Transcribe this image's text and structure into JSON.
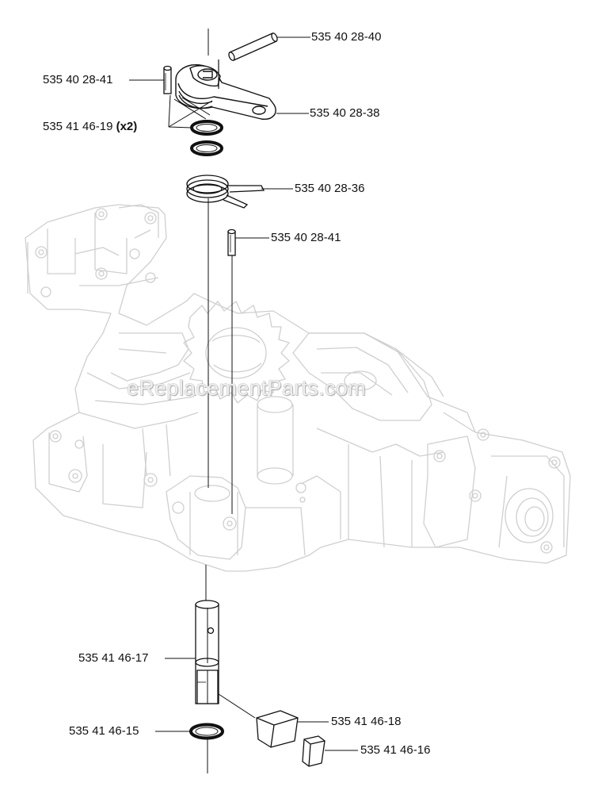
{
  "watermark": "eReplacementParts.com",
  "callouts": [
    {
      "id": "p1",
      "part": "535 40 28-40"
    },
    {
      "id": "p2",
      "part": "535 40 28-41"
    },
    {
      "id": "p3",
      "part": "535 40 28-38"
    },
    {
      "id": "p4",
      "part": "535 41 46-19",
      "qty": "(x2)"
    },
    {
      "id": "p5",
      "part": "535 40 28-36"
    },
    {
      "id": "p6",
      "part": "535 40 28-41"
    },
    {
      "id": "p7",
      "part": "535 41 46-17"
    },
    {
      "id": "p8",
      "part": "535 41 46-18"
    },
    {
      "id": "p9",
      "part": "535 41 46-15"
    },
    {
      "id": "p10",
      "part": "535 41 46-16"
    }
  ]
}
